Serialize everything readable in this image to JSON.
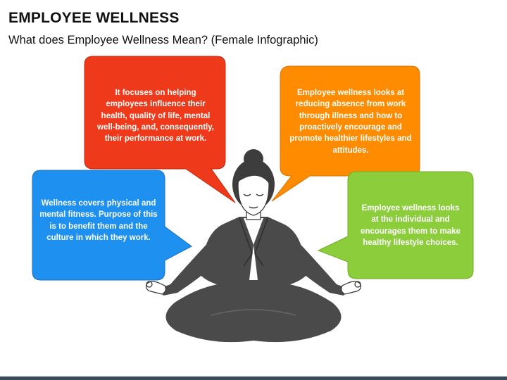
{
  "title": "EMPLOYEE WELLNESS",
  "subtitle": "What does Employee Wellness Mean? (Female Infographic)",
  "bubbles": {
    "red": {
      "color": "#ee3a1a",
      "text": "It focuses on helping employees influence their health, quality of life, mental well-being, and, consequently, their performance at work."
    },
    "orange": {
      "color": "#ff8c00",
      "text": "Employee wellness looks at reducing absence from work through illness and how to proactively encourage and promote healthier lifestyles and attitudes."
    },
    "blue": {
      "color": "#1e90f0",
      "text": "Wellness covers physical and mental fitness. Purpose of this is to benefit them and the culture in which they work."
    },
    "green": {
      "color": "#8ccd3c",
      "text": "Employee wellness looks at the individual and encourages them to make healthy lifestyle choices."
    }
  },
  "figure": {
    "icon": "meditating-woman-icon",
    "suit_color": "#4a4a4a",
    "hair_color": "#3d3d3d"
  }
}
